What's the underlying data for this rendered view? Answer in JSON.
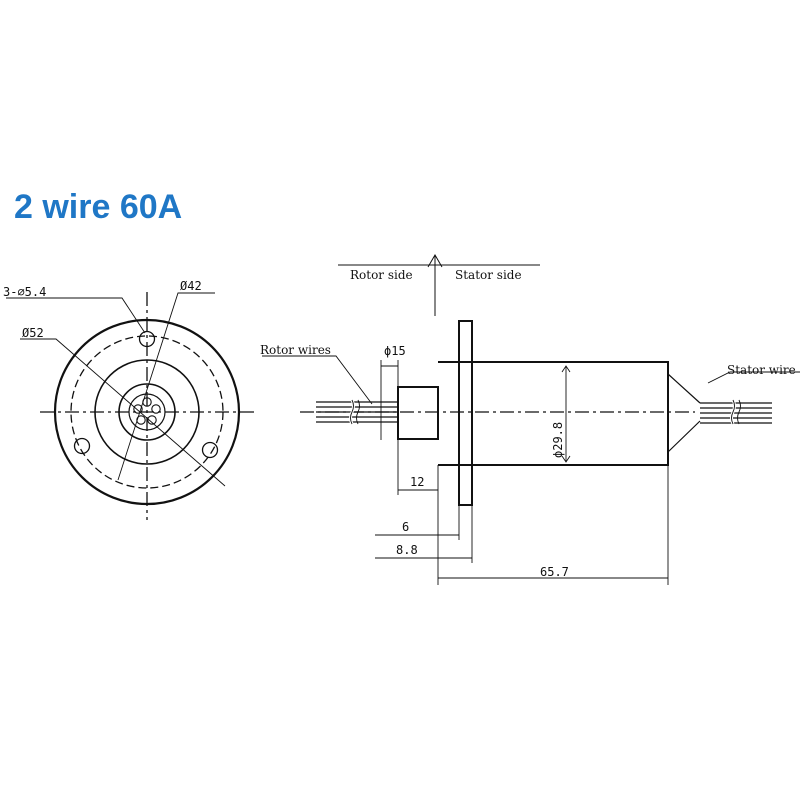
{
  "title": "2 wire 60A",
  "front_view": {
    "hole_label": "3-⌀5.4",
    "pcd_label": "Ø42",
    "outer_label": "Ø52"
  },
  "side_view": {
    "rotor_side": "Rotor side",
    "stator_side": "Stator side",
    "rotor_wires": "Rotor wires",
    "stator_wires": "Stator wire",
    "shaft_dia": "ϕ15",
    "body_dia": "ϕ29.8",
    "dim_12": "12",
    "dim_6": "6",
    "dim_8_8": "8.8",
    "dim_65_7": "65.7"
  },
  "colors": {
    "title": "#1f77c6",
    "line": "#111111"
  }
}
